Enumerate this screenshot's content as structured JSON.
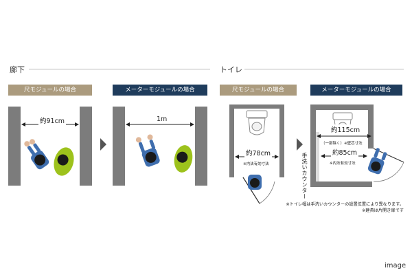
{
  "sections": {
    "corridor_title": "廊下",
    "toilet_title": "トイレ"
  },
  "labels": {
    "shaku_module": "尺モジュールの場合",
    "meter_module": "メーターモジュールの場合"
  },
  "dimensions": {
    "corridor_shaku": "約91cm",
    "corridor_meter": "1m",
    "toilet_shaku": "約78cm",
    "toilet_meter_outer": "約115cm",
    "toilet_meter_inner": "約85cm"
  },
  "small_notes": {
    "interior_effective": "※内法有効寸法",
    "partial_except": "（一部除く）※壁芯寸法"
  },
  "counter_label": "手洗いカウンター",
  "footnotes": {
    "line1": "※トイレ幅は手洗いカウンターの設置位置により異なります。",
    "line2": "※建具は片開き扉です"
  },
  "image_tag": "image",
  "colors": {
    "tan": "#ab9b7e",
    "navy": "#1f3c5c",
    "wall": "#7c7c7c",
    "person_blue": "#3f6eae",
    "person_green": "#9dc21c"
  }
}
